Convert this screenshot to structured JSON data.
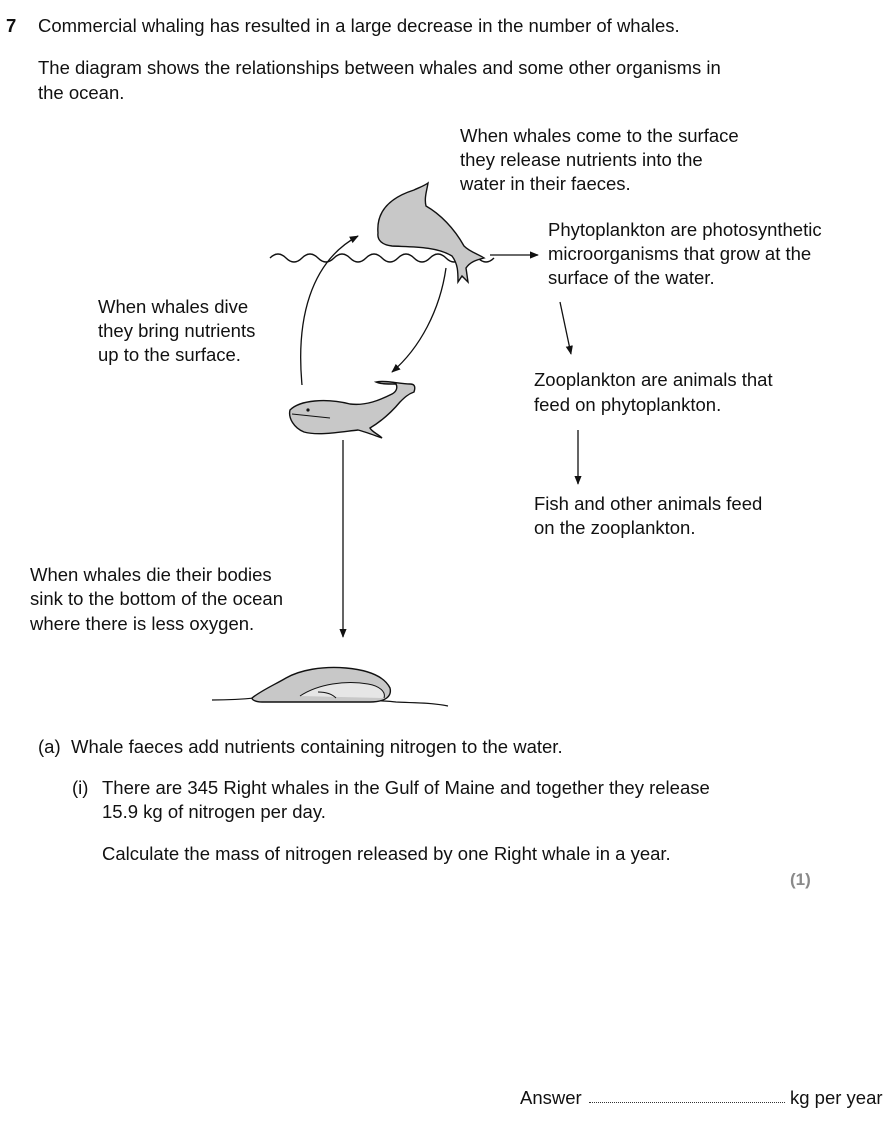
{
  "question": {
    "number": "7",
    "intro": "Commercial whaling has resulted in a large decrease in the number of whales.",
    "diagram_intro": [
      "The diagram shows the relationships between whales and some other organisms in",
      "the ocean."
    ]
  },
  "diagram": {
    "surface_text": [
      "When whales come to the surface",
      "they release nutrients into the",
      "water in their faeces."
    ],
    "phyto_text": [
      "Phytoplankton are photosynthetic",
      "microorganisms that grow at the",
      "surface of the water."
    ],
    "dive_text": [
      "When whales dive",
      "they bring nutrients",
      "up to the surface."
    ],
    "zoo_text": [
      "Zooplankton are animals that",
      "feed on phytoplankton."
    ],
    "fish_text": [
      "Fish and other animals feed",
      "on the zooplankton."
    ],
    "die_text": [
      "When whales die their bodies",
      "sink to the bottom of the ocean",
      "where there is less oxygen."
    ]
  },
  "part_a": {
    "label": "(a)",
    "text": "Whale faeces add nutrients containing nitrogen to the water.",
    "sub_i": {
      "label": "(i)",
      "lines": [
        "There are 345 Right whales in the Gulf of Maine and together they release",
        "15.9 kg of nitrogen per day."
      ],
      "instruction": "Calculate the mass of nitrogen released by one Right whale in a year.",
      "marks": "(1)"
    }
  },
  "answer": {
    "label": "Answer",
    "unit": "kg per year"
  }
}
